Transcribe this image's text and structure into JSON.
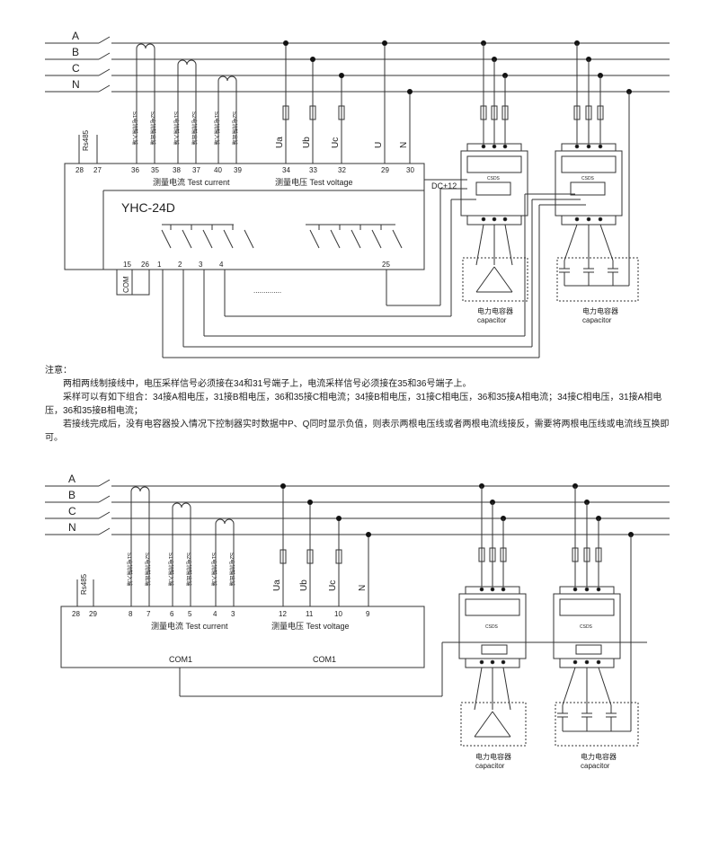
{
  "phases": [
    "A",
    "B",
    "C",
    "N"
  ],
  "diagram1": {
    "model": "YHC-24D",
    "rs485": "Rs485",
    "rs_terms": [
      "28",
      "27"
    ],
    "current_terms": [
      "36",
      "35",
      "38",
      "37",
      "40",
      "39"
    ],
    "voltage_terms": [
      "34",
      "33",
      "32",
      "29",
      "30"
    ],
    "ct_labels": [
      "S1电流输入端",
      "S2电流输出端",
      "S1电流输入端",
      "S2电流输出端",
      "S1电流输入端",
      "S2电流输出端"
    ],
    "voltage_names": [
      "Ua",
      "Ub",
      "Uc",
      "U",
      "N"
    ],
    "current_caption": "测量电流  Test current",
    "voltage_caption": "测量电压  Test voltage",
    "dc_label": "DC+12",
    "com_label": "COM",
    "bottom_terms": [
      "15",
      "26",
      "1",
      "2",
      "3",
      "4",
      "25"
    ],
    "dots": "..............",
    "cap_label_cn": "电力电容器",
    "cap_label_en": "capacitor",
    "module_title": "CSDS"
  },
  "notes": {
    "title": "注意：",
    "line1": "两相两线制接线中，电压采样信号必须接在34和31号端子上，电流采样信号必须接在35和36号端子上。",
    "line2": "采样可以有如下组合：34接A相电压，31接B相电压，36和35接C相电流；34接B相电压，31接C相电压，36和35接A相电流；34接C相电压，31接A相电压，36和35接B相电流；",
    "line3": "若接线完成后，没有电容器投入情况下控制器实时数据中P、Q同时显示负值，则表示两根电压线或者两根电流线接反，需要将两根电压线或电流线互换即可。"
  },
  "diagram2": {
    "rs485": "Rs485",
    "rs_terms": [
      "28",
      "29"
    ],
    "current_terms": [
      "8",
      "7",
      "6",
      "5",
      "4",
      "3"
    ],
    "voltage_terms": [
      "12",
      "11",
      "10",
      "9"
    ],
    "ct_labels": [
      "S1电流输入端",
      "S2电流输出端",
      "S1电流输入端",
      "S2电流输出端",
      "S1电流输入端",
      "S2电流输出端"
    ],
    "voltage_names": [
      "Ua",
      "Ub",
      "Uc",
      "N"
    ],
    "current_caption": "测量电流  Test current",
    "voltage_caption": "测量电压  Test voltage",
    "com1_left": "COM1",
    "com1_right": "COM1",
    "cap_label_cn": "电力电容器",
    "cap_label_en": "capacitor",
    "module_title": "CSDS"
  }
}
